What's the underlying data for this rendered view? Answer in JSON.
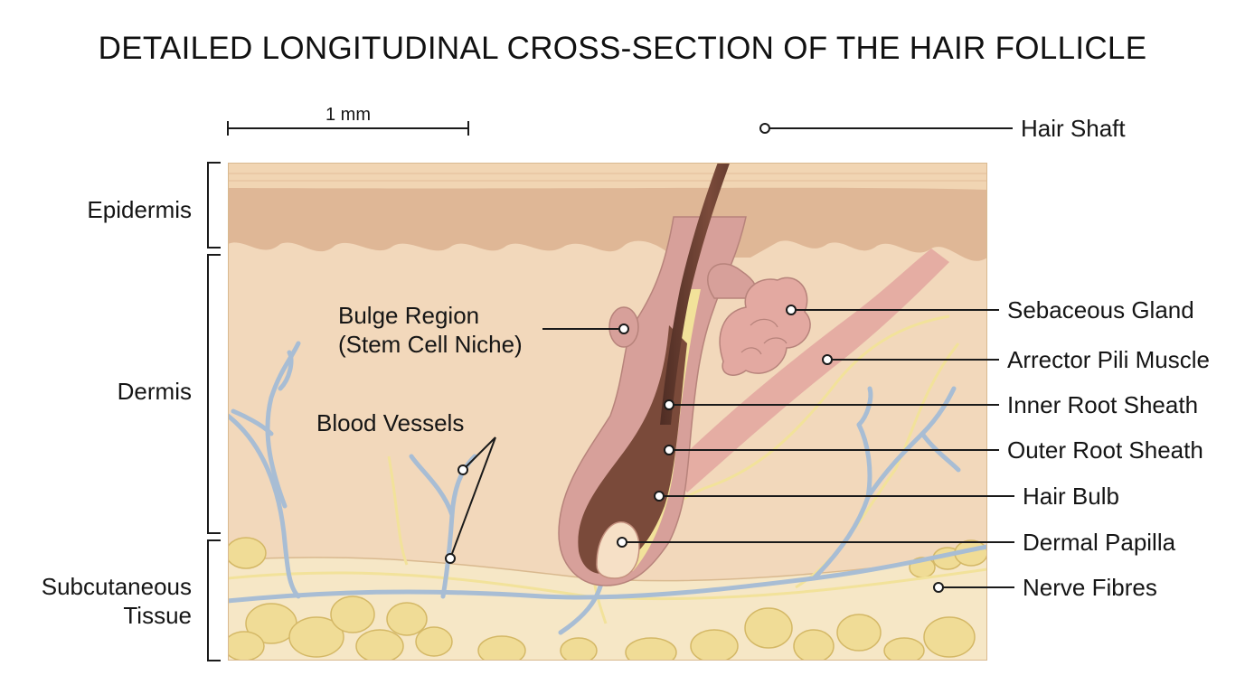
{
  "title": "DETAILED LONGITUDINAL CROSS-SECTION OF THE HAIR FOLLICLE",
  "scale_bar": {
    "label": "1 mm"
  },
  "layers": [
    {
      "id": "epidermis",
      "label": "Epidermis"
    },
    {
      "id": "dermis",
      "label": "Dermis"
    },
    {
      "id": "subcutaneous",
      "label_line1": "Subcutaneous",
      "label_line2": "Tissue"
    }
  ],
  "labels_left": {
    "bulge_line1": "Bulge Region",
    "bulge_line2": "(Stem Cell Niche)",
    "blood_vessels": "Blood Vessels"
  },
  "labels_right": [
    "Hair Shaft",
    "Sebaceous Gland",
    "Arrector Pili Muscle",
    "Inner Root Sheath",
    "Outer Root Sheath",
    "Hair Bulb",
    "Dermal Papilla",
    "Nerve Fibres"
  ],
  "colors": {
    "epidermis_top": "#f1d5b3",
    "epidermis": "#dfb796",
    "dermis": "#f2d8bb",
    "subcutaneous": "#f6e7c6",
    "fat": "#f0dc96",
    "hair": "#6b3f32",
    "follicle_sheath": "#d7a09a",
    "vessel": "#a8bdd4",
    "nerve": "#f2e29a",
    "muscle": "#e3a9a1"
  }
}
